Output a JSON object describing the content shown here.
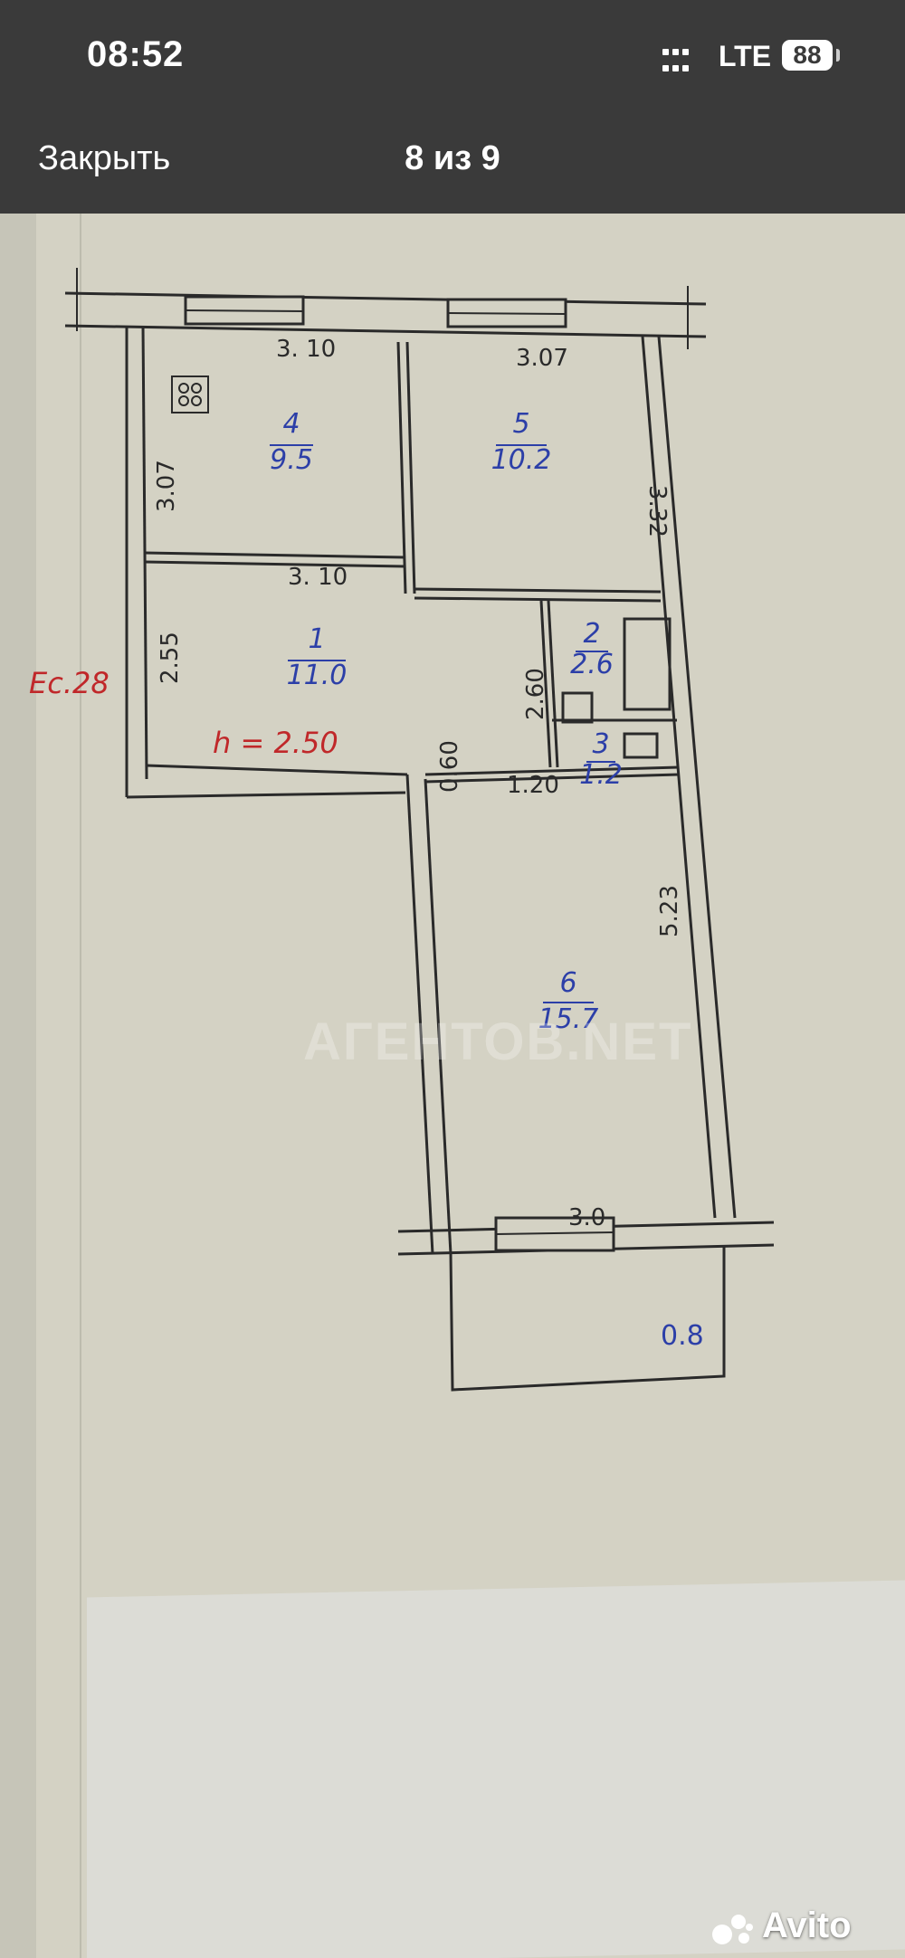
{
  "status_bar": {
    "time": "08:52",
    "network": "LTE",
    "battery": "88"
  },
  "nav": {
    "close_label": "Закрыть",
    "counter": "8 из 9"
  },
  "floor_plan": {
    "rooms": [
      {
        "number": "4",
        "area": "9.5"
      },
      {
        "number": "5",
        "area": "10.2"
      },
      {
        "number": "1",
        "area": "11.0"
      },
      {
        "number": "2",
        "area": "2.6"
      },
      {
        "number": "3",
        "area": "1.2"
      },
      {
        "number": "6",
        "area": "15.7"
      }
    ],
    "dimensions": {
      "room4_top": "3. 10",
      "room4_side": "3.07",
      "room4_bottom": "3. 10",
      "room5_top": "3.07",
      "room5_side": "3.32",
      "hall_side": "2.55",
      "hall_wc_side": "2.60",
      "door_gap": "0.60",
      "bath_width": "1.20",
      "room6_side": "5.23",
      "room6_bottom": "3.0",
      "balcony": "0.8"
    },
    "red_labels": {
      "height": "h = 2.50",
      "left_mark": "Ес.28"
    }
  },
  "watermark": "АГЕНТОВ.NET",
  "brand": "Avito"
}
